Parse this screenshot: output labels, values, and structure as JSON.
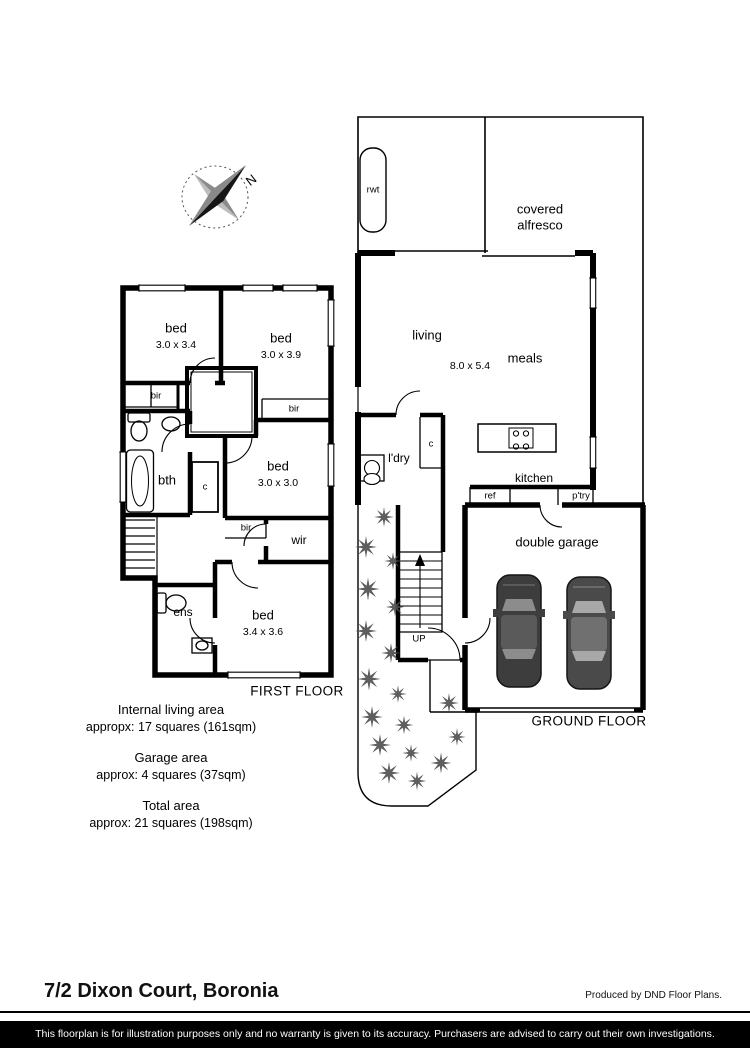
{
  "page": {
    "title": "7/2 Dixon Court, Boronia",
    "credit": "Produced by DND Floor Plans.",
    "disclaimer": "This floorplan is for illustration purposes only and no warranty is given to its accuracy. Purchasers are advised to carry out their own investigations."
  },
  "compass": {
    "north_label": "N"
  },
  "first_floor": {
    "caption": "FIRST FLOOR",
    "bed1_name": "bed",
    "bed1_dims": "3.0 x 3.4",
    "bed2_name": "bed",
    "bed2_dims": "3.0 x 3.9",
    "bed3_name": "bed",
    "bed3_dims": "3.0 x 3.0",
    "bed4_name": "bed",
    "bed4_dims": "3.4 x 3.6",
    "bath": "bth",
    "ensuite": "ens",
    "wir": "wir",
    "bir_a": "bir",
    "bir_b": "bir",
    "bir_c": "bir",
    "closet": "c"
  },
  "ground_floor": {
    "caption": "GROUND FLOOR",
    "living_name": "living",
    "living_dims": "8.0 x 5.4",
    "meals": "meals",
    "kitchen": "kitchen",
    "alfresco_line1": "covered",
    "alfresco_line2": "alfresco",
    "laundry": "l'dry",
    "closet": "c",
    "fridge": "ref",
    "pantry": "p'try",
    "garage": "double garage",
    "rainwater_tank": "rwt",
    "stairs_up": "UP"
  },
  "areas": {
    "internal_label": "Internal living area",
    "internal_value": "appropx: 17 squares (161sqm)",
    "garage_label": "Garage area",
    "garage_value": "approx: 4 squares (37sqm)",
    "total_label": "Total area",
    "total_value": "approx: 21 squares (198sqm)"
  },
  "colors": {
    "walls": "#000000",
    "tree": "#4d4d4d",
    "footer_bg": "#000000"
  }
}
